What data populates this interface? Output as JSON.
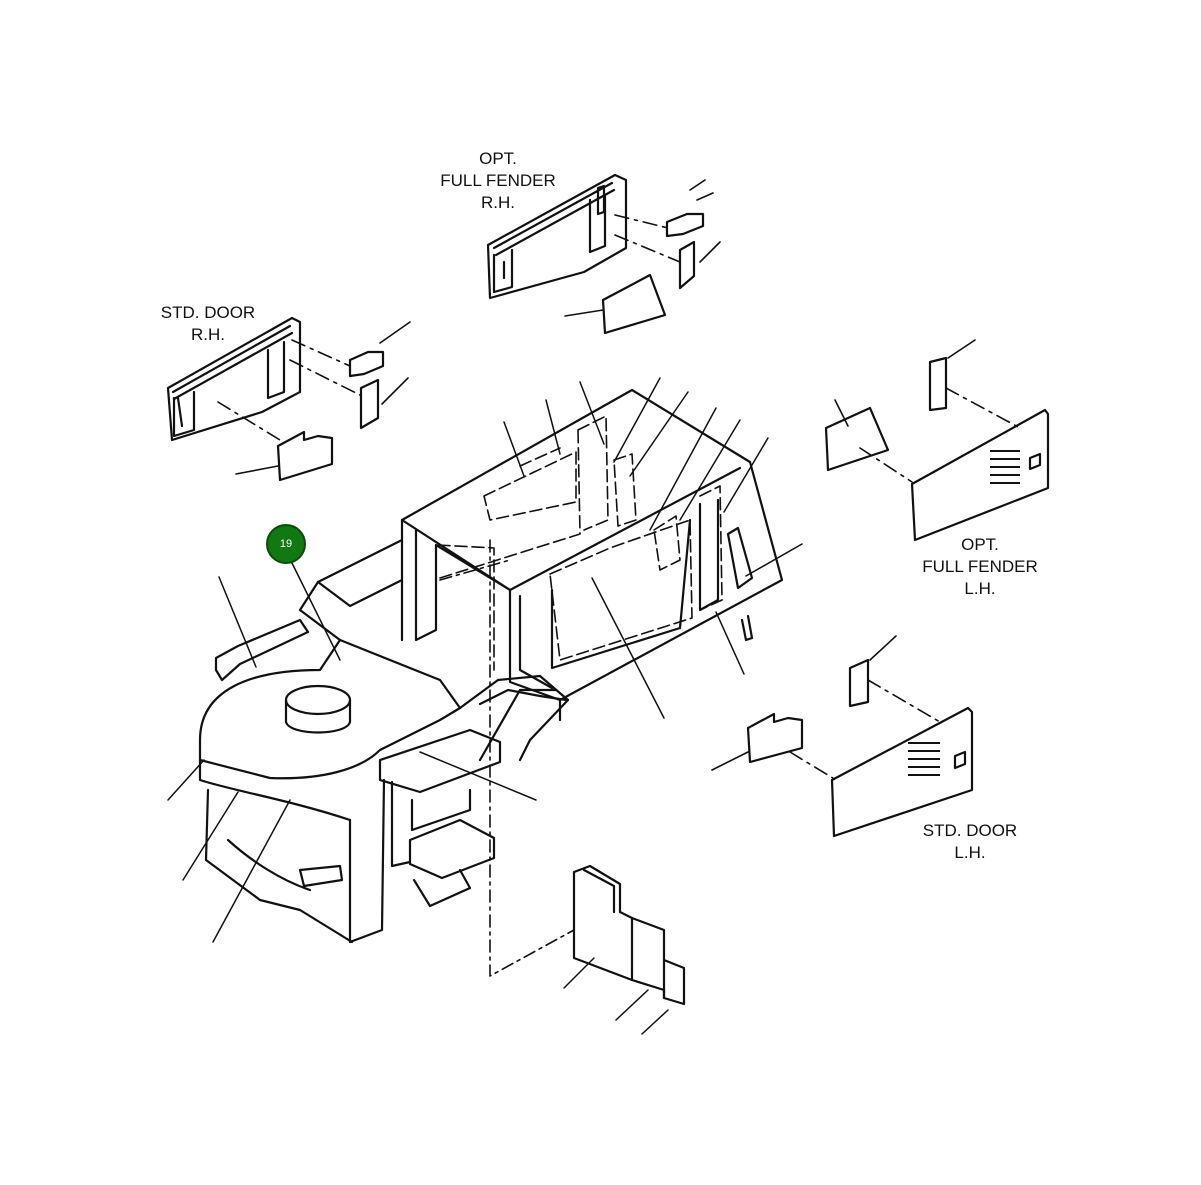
{
  "labels": {
    "opt_fender_rh": [
      "OPT.",
      "FULL FENDER",
      "R.H."
    ],
    "std_door_rh": [
      "STD. DOOR",
      "R.H."
    ],
    "opt_fender_lh": [
      "OPT.",
      "FULL FENDER",
      "L.H."
    ],
    "std_door_lh": [
      "STD. DOOR",
      "L.H."
    ]
  },
  "callout": {
    "number": "19",
    "color": "#0f7a0f"
  },
  "colors": {
    "line": "#111111",
    "background": "#ffffff"
  }
}
